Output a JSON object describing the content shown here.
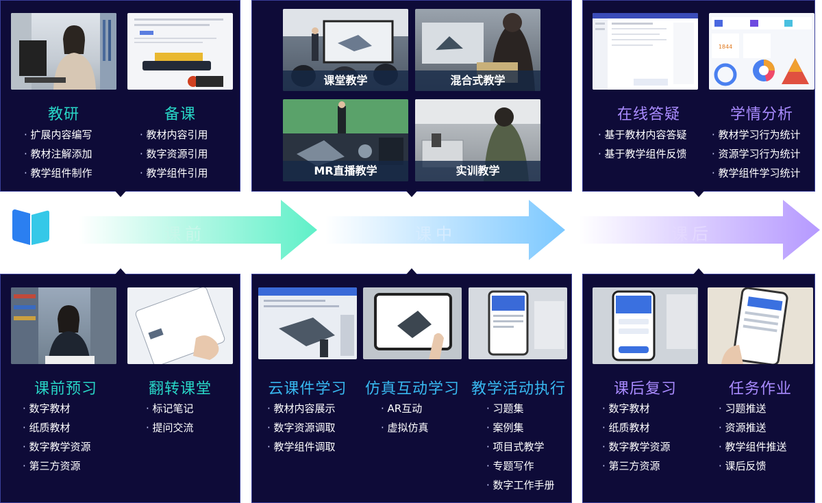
{
  "logo": {
    "icon": "book-logo-icon"
  },
  "flow": {
    "stages": [
      {
        "label": "课前",
        "color": "#5ff0c8"
      },
      {
        "label": "课中",
        "color": "#7cc8ff"
      },
      {
        "label": "课后",
        "color": "#b599ff"
      }
    ]
  },
  "top": {
    "before": {
      "columns": [
        {
          "title": "教研",
          "items": [
            "扩展内容编写",
            "教材注解添加",
            "教学组件制作"
          ]
        },
        {
          "title": "备课",
          "items": [
            "教材内容引用",
            "数字资源引用",
            "教学组件引用"
          ]
        }
      ]
    },
    "during": {
      "photos": [
        "课堂教学",
        "混合式教学",
        "MR直播教学",
        "实训教学"
      ]
    },
    "after": {
      "columns": [
        {
          "title": "在线答疑",
          "items": [
            "基于教材内容答疑",
            "基于教学组件反馈"
          ]
        },
        {
          "title": "学情分析",
          "items": [
            "教材学习行为统计",
            "资源学习行为统计",
            "教学组件学习统计"
          ]
        }
      ]
    }
  },
  "bottom": {
    "before": {
      "columns": [
        {
          "title": "课前预习",
          "items": [
            "数字教材",
            "纸质教材",
            "数字教学资源",
            "第三方资源"
          ]
        },
        {
          "title": "翻转课堂",
          "items": [
            "标记笔记",
            "提问交流"
          ]
        }
      ]
    },
    "during": {
      "columns": [
        {
          "title": "云课件学习",
          "items": [
            "教材内容展示",
            "数字资源调取",
            "教学组件调取"
          ]
        },
        {
          "title": "仿真互动学习",
          "items": [
            "AR互动",
            "虚拟仿真"
          ]
        },
        {
          "title": "教学活动执行",
          "items": [
            "习题集",
            "案例集",
            "项目式教学",
            "专题写作",
            "数字工作手册"
          ]
        }
      ]
    },
    "after": {
      "columns": [
        {
          "title": "课后复习",
          "items": [
            "数字教材",
            "纸质教材",
            "数字教学资源",
            "第三方资源"
          ]
        },
        {
          "title": "任务作业",
          "items": [
            "习题推送",
            "资源推送",
            "教学组件推送",
            "课后反馈"
          ]
        }
      ]
    }
  }
}
